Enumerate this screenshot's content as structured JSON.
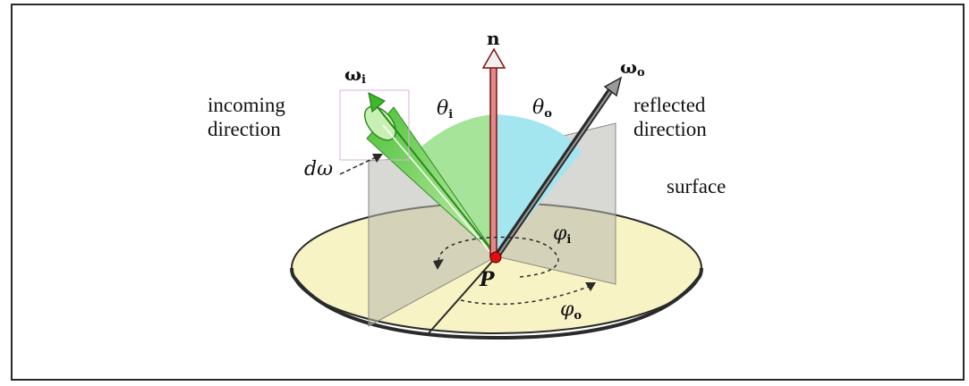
{
  "labels": {
    "normal": "n",
    "omega_i": "ω",
    "omega_i_sub": "i",
    "omega_o": "ω",
    "omega_o_sub": "o",
    "incoming_line1": "incoming",
    "incoming_line2": "direction",
    "reflected_line1": "reflected",
    "reflected_line2": "direction",
    "theta_i": "θ",
    "theta_i_sub": "i",
    "theta_o": "θ",
    "theta_o_sub": "o",
    "d_omega": "dω",
    "surface": "surface",
    "phi_i": "φ",
    "phi_i_sub": "i",
    "phi_o": "φ",
    "phi_o_sub": "o",
    "point_p": "P"
  },
  "colors": {
    "disk_fill": "#f7f3c4",
    "disk_edge": "#2a2a2a",
    "plane_fill": "#b8b8b0",
    "incoming_cone": "#7fd36a",
    "theta_i_region": "#a6e49a",
    "theta_o_region": "#a3e6f0",
    "normal_arrow": "#e08a8a",
    "reflected_arrow": "#555555",
    "point": "#e01010",
    "box_outline": "#d9b3d9"
  }
}
